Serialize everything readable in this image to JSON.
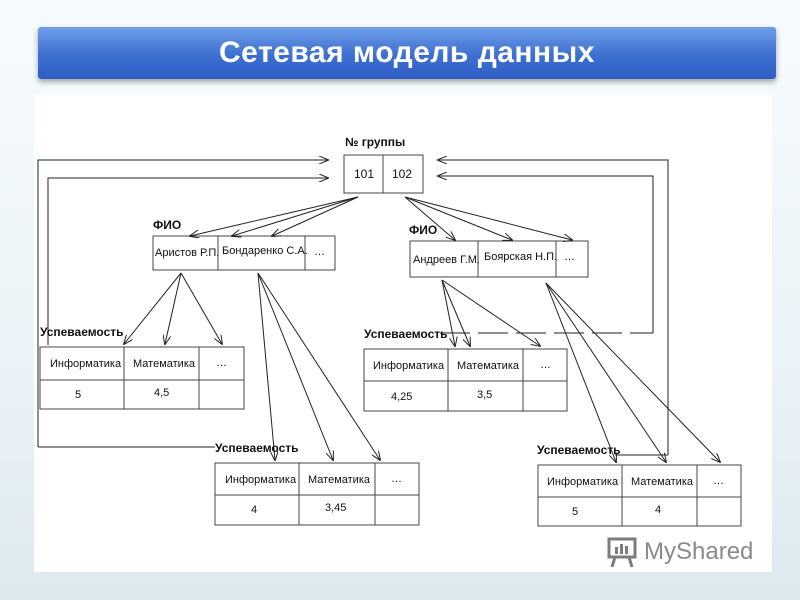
{
  "title": "Сетевая модель данных",
  "group": {
    "label": "№ группы",
    "cells": [
      "101",
      "102"
    ]
  },
  "fio_left": {
    "label": "ФИО",
    "cells": [
      "Аристов Р.П.",
      "Бондаренко С.А.",
      "…"
    ]
  },
  "fio_right": {
    "label": "ФИО",
    "cells": [
      "Андреев Г.М.",
      "Боярская Н.П.",
      "…"
    ]
  },
  "grades": [
    {
      "label": "Успеваемость",
      "headers": [
        "Информатика",
        "Математика",
        "…"
      ],
      "values": [
        "5",
        "4,5"
      ]
    },
    {
      "label": "Успеваемость",
      "headers": [
        "Информатика",
        "Математика",
        "…"
      ],
      "values": [
        "4",
        "3,45"
      ]
    },
    {
      "label": "Успеваемость",
      "headers": [
        "Информатика",
        "Математика",
        "…"
      ],
      "values": [
        "4,25",
        "3,5"
      ]
    },
    {
      "label": "Успеваемость",
      "headers": [
        "Информатика",
        "Математика",
        "…"
      ],
      "values": [
        "5",
        "4"
      ]
    }
  ],
  "watermark": "MyShared"
}
